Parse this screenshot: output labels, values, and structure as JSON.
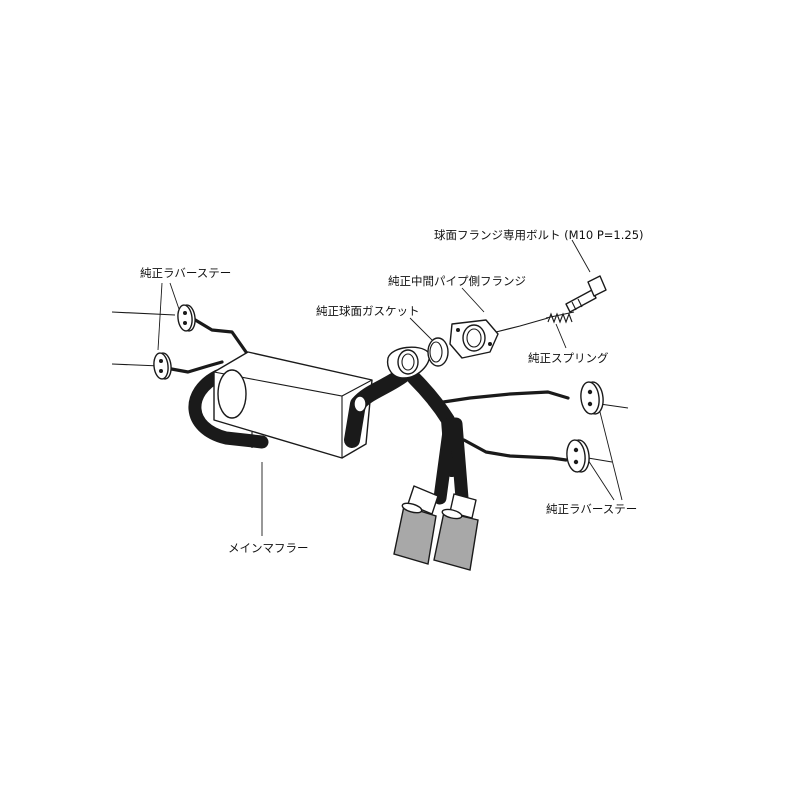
{
  "labels": {
    "bolt": "球面フランジ専用ボルト (M10 P=1.25)",
    "mid_flange": "純正中間パイプ側フランジ",
    "gasket": "純正球面ガスケット",
    "spring": "純正スプリング",
    "rubber_left": "純正ラバーステー",
    "rubber_right": "純正ラバーステー",
    "main_muffler": "メインマフラー"
  },
  "colors": {
    "line": "#1a1a1a",
    "tip_fill": "#a8a8a8",
    "background": "#ffffff"
  }
}
